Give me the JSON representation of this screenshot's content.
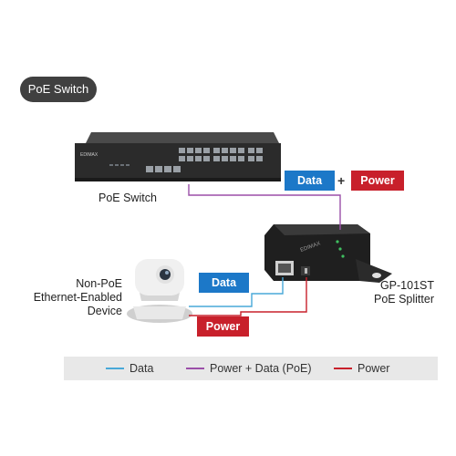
{
  "badge": {
    "title": "PoE Switch"
  },
  "labels": {
    "switch": "PoE Switch",
    "splitter_line1": "GP-101ST",
    "splitter_line2": "PoE Splitter",
    "camera_line1": "Non-PoE",
    "camera_line2": "Ethernet-Enabled",
    "camera_line3": "Device",
    "switch_brand": "EDIMAX",
    "splitter_brand": "EDIMAX"
  },
  "tags": {
    "data_top": "Data",
    "plus": "+",
    "power_top": "Power",
    "data_mid": "Data",
    "power_bottom": "Power"
  },
  "legend": [
    {
      "label": "Data",
      "color": "#48a8d8"
    },
    {
      "label": "Power + Data (PoE)",
      "color": "#9b4fa8"
    },
    {
      "label": "Power",
      "color": "#c8202b"
    }
  ],
  "colors": {
    "data": "#48a8d8",
    "poe": "#9b4fa8",
    "power": "#c8202b",
    "tag_blue": "#1c78c8",
    "tag_red": "#c8202b"
  }
}
